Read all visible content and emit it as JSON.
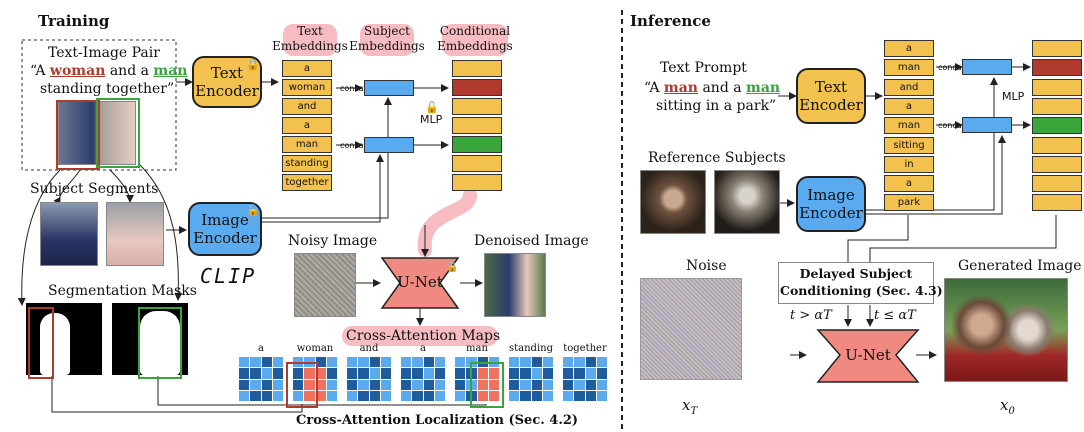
{
  "training": {
    "title": "Training",
    "pair_title": "Text-Image Pair",
    "caption_open": "“A ",
    "caption_w1": "woman",
    "caption_mid": " and a ",
    "caption_w2": "man",
    "caption_line2": "standing together”",
    "text_encoder": "Text\nEncoder",
    "image_encoder": "Image\nEncoder",
    "clip": "CLIP",
    "text_emb": "Text\nEmbeddings",
    "subject_emb": "Subject\nEmbeddings",
    "cond_emb": "Conditional\nEmbeddings",
    "tokens": [
      "a",
      "woman",
      "and",
      "a",
      "man",
      "standing",
      "together"
    ],
    "concat": "concat.",
    "mlp": "MLP",
    "subject_segments": "Subject Segments",
    "segmentation_masks": "Segmentation Masks",
    "noisy_image": "Noisy Image",
    "denoised_image": "Denoised Image",
    "unet": "U-Net",
    "cross_attn_maps": "Cross-Attention Maps",
    "attn_labels": [
      "a",
      "woman",
      "and",
      "a",
      "man",
      "standing",
      "together"
    ],
    "localization": "Cross-Attention Localization (Sec. 4.2)"
  },
  "inference": {
    "title": "Inference",
    "text_prompt": "Text Prompt",
    "caption_open": "“A ",
    "caption_w1": "man",
    "caption_mid": " and a ",
    "caption_w2": "man",
    "caption_line2": "sitting in a park”",
    "text_encoder": "Text\nEncoder",
    "image_encoder": "Image\nEncoder",
    "reference_subjects": "Reference Subjects",
    "tokens": [
      "a",
      "man",
      "and",
      "a",
      "man",
      "sitting",
      "in",
      "a",
      "park"
    ],
    "concat": "concat.",
    "mlp": "MLP",
    "noise": "Noise",
    "delayed": "Delayed Subject\nConditioning (Sec. 4.3)",
    "cond_left": "t > αT",
    "cond_right": "t ≤ αT",
    "unet": "U-Net",
    "generated": "Generated Image",
    "xT": "x",
    "xT_sub": "T",
    "x0": "x",
    "x0_sub": "0"
  },
  "colors": {
    "token_yellow": "#f2c14e",
    "encoder_blue": "#5aaaf0",
    "unet_red": "#f08a80",
    "woman_red": "#b03a2e",
    "man_green": "#3aa53a",
    "highlight_pink": "#f6bcc2"
  },
  "icons": [
    "lock-icon"
  ]
}
